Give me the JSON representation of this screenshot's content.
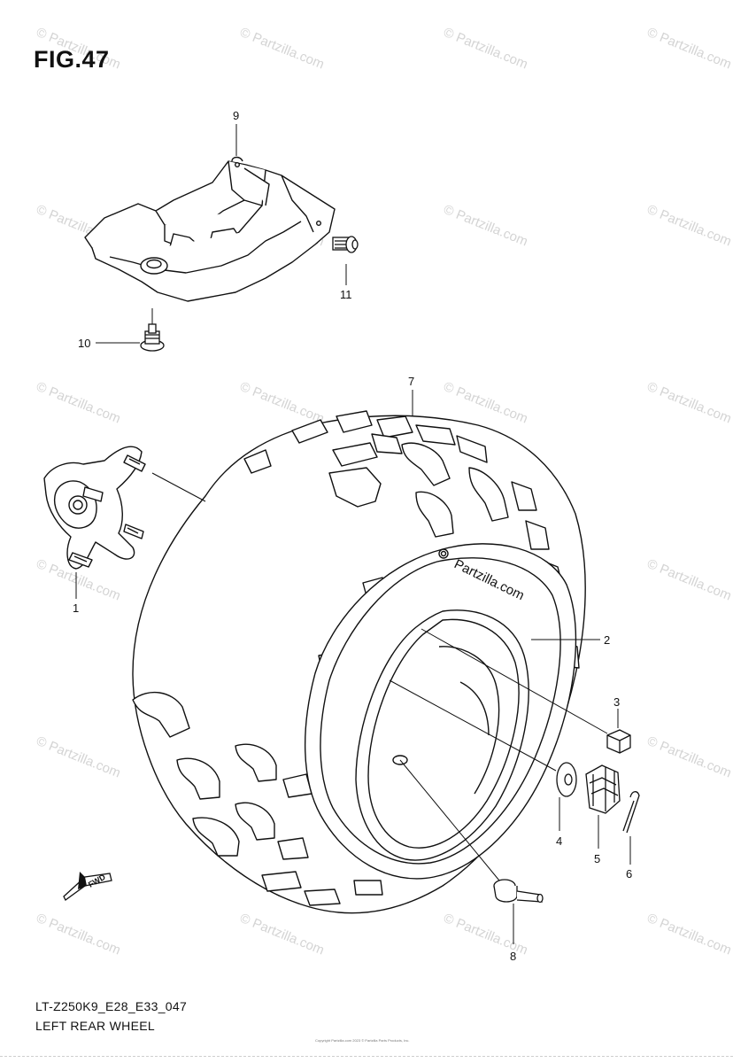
{
  "figure": {
    "title": "FIG.47",
    "model_code": "LT-Z250K9_E28_E33_047",
    "caption": "LEFT REAR WHEEL",
    "copyright": "Copyright Partzilla.com 2023 © Partzilla Parts Products, Inc."
  },
  "watermark": {
    "text": "© Partzilla.com",
    "label": "Partzilla.com"
  },
  "direction_arrow": {
    "label": "FWD"
  },
  "callouts": [
    {
      "number": "1"
    },
    {
      "number": "2"
    },
    {
      "number": "3"
    },
    {
      "number": "4"
    },
    {
      "number": "5"
    },
    {
      "number": "6"
    },
    {
      "number": "7"
    },
    {
      "number": "8"
    },
    {
      "number": "9"
    },
    {
      "number": "10"
    },
    {
      "number": "11"
    }
  ]
}
